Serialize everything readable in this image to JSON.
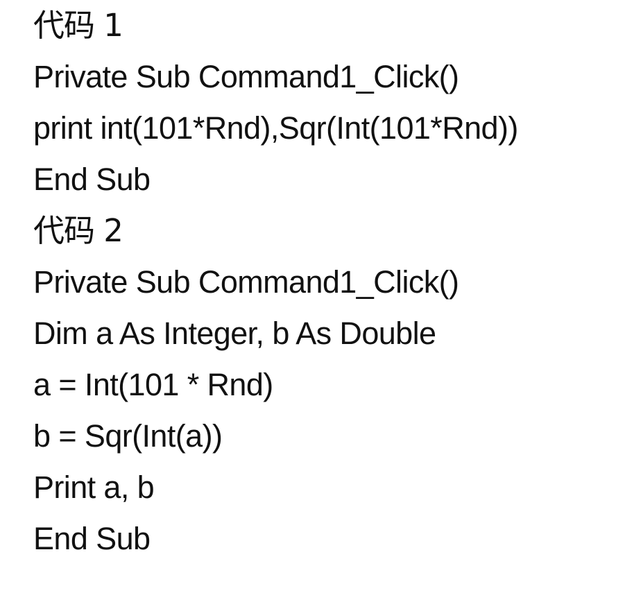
{
  "document": {
    "sections": [
      {
        "heading": "代码 1",
        "lines": [
          "Private Sub Command1_Click()",
          "print int(101*Rnd),Sqr(Int(101*Rnd))",
          "End Sub"
        ]
      },
      {
        "heading": "代码 2",
        "lines": [
          "Private Sub Command1_Click()",
          "Dim a As Integer, b As Double",
          "a = Int(101 * Rnd)",
          "b = Sqr(Int(a))",
          "Print a, b",
          "End Sub"
        ]
      }
    ]
  }
}
